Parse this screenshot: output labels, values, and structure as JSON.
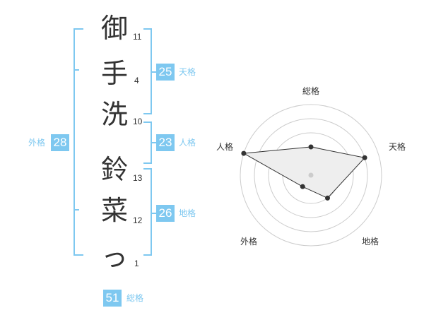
{
  "name": {
    "chars": [
      {
        "char": "御",
        "strokes": "11"
      },
      {
        "char": "手",
        "strokes": "4"
      },
      {
        "char": "洗",
        "strokes": "10"
      },
      {
        "char": "鈴",
        "strokes": "13"
      },
      {
        "char": "菜",
        "strokes": "12"
      },
      {
        "char": "っ",
        "strokes": "1"
      }
    ]
  },
  "fortunes": {
    "tenkaku": {
      "value": "25",
      "label": "天格"
    },
    "jinkaku": {
      "value": "23",
      "label": "人格"
    },
    "chikaku": {
      "value": "26",
      "label": "地格"
    },
    "gaikaku": {
      "value": "28",
      "label": "外格"
    },
    "soukaku": {
      "value": "51",
      "label": "総格"
    }
  },
  "colors": {
    "accent": "#7ec8f0",
    "text": "#333333",
    "grid": "#cccccc",
    "fill": "#eeeeee"
  },
  "chart_data": {
    "type": "radar",
    "axes": [
      "総格",
      "天格",
      "地格",
      "外格",
      "人格"
    ],
    "values": [
      2,
      4,
      2,
      1,
      5
    ],
    "range": [
      0,
      5
    ],
    "rings": 5
  }
}
